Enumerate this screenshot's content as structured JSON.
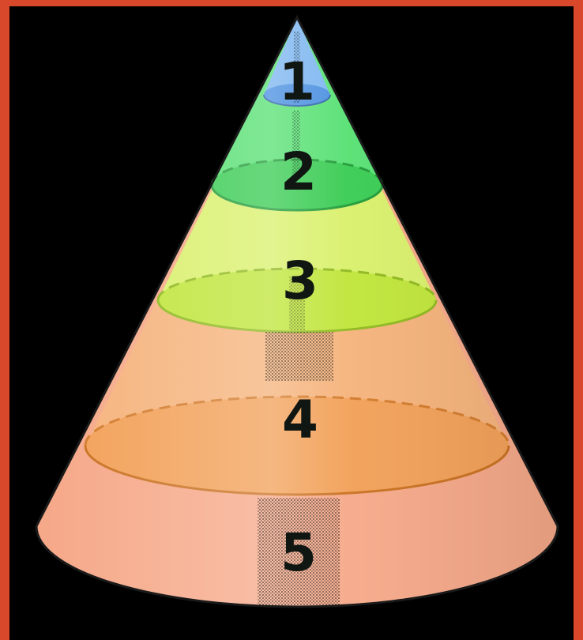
{
  "diagram": {
    "colors": {
      "frame": "#d9482a",
      "background": "#000000",
      "layer_1": "#5b9fe8",
      "layer_2": "#3ed45c",
      "layer_3": "#c9ec3a",
      "layer_4": "#f2a663",
      "layer_5": "#f6a888",
      "outline": "#1a1a1a",
      "label": "#101612"
    },
    "layers": [
      {
        "label": "1",
        "color": "#5b9fe8"
      },
      {
        "label": "2",
        "color": "#3ed45c"
      },
      {
        "label": "3",
        "color": "#c9ec3a"
      },
      {
        "label": "4",
        "color": "#f2a663"
      },
      {
        "label": "5",
        "color": "#f6a888"
      }
    ]
  }
}
